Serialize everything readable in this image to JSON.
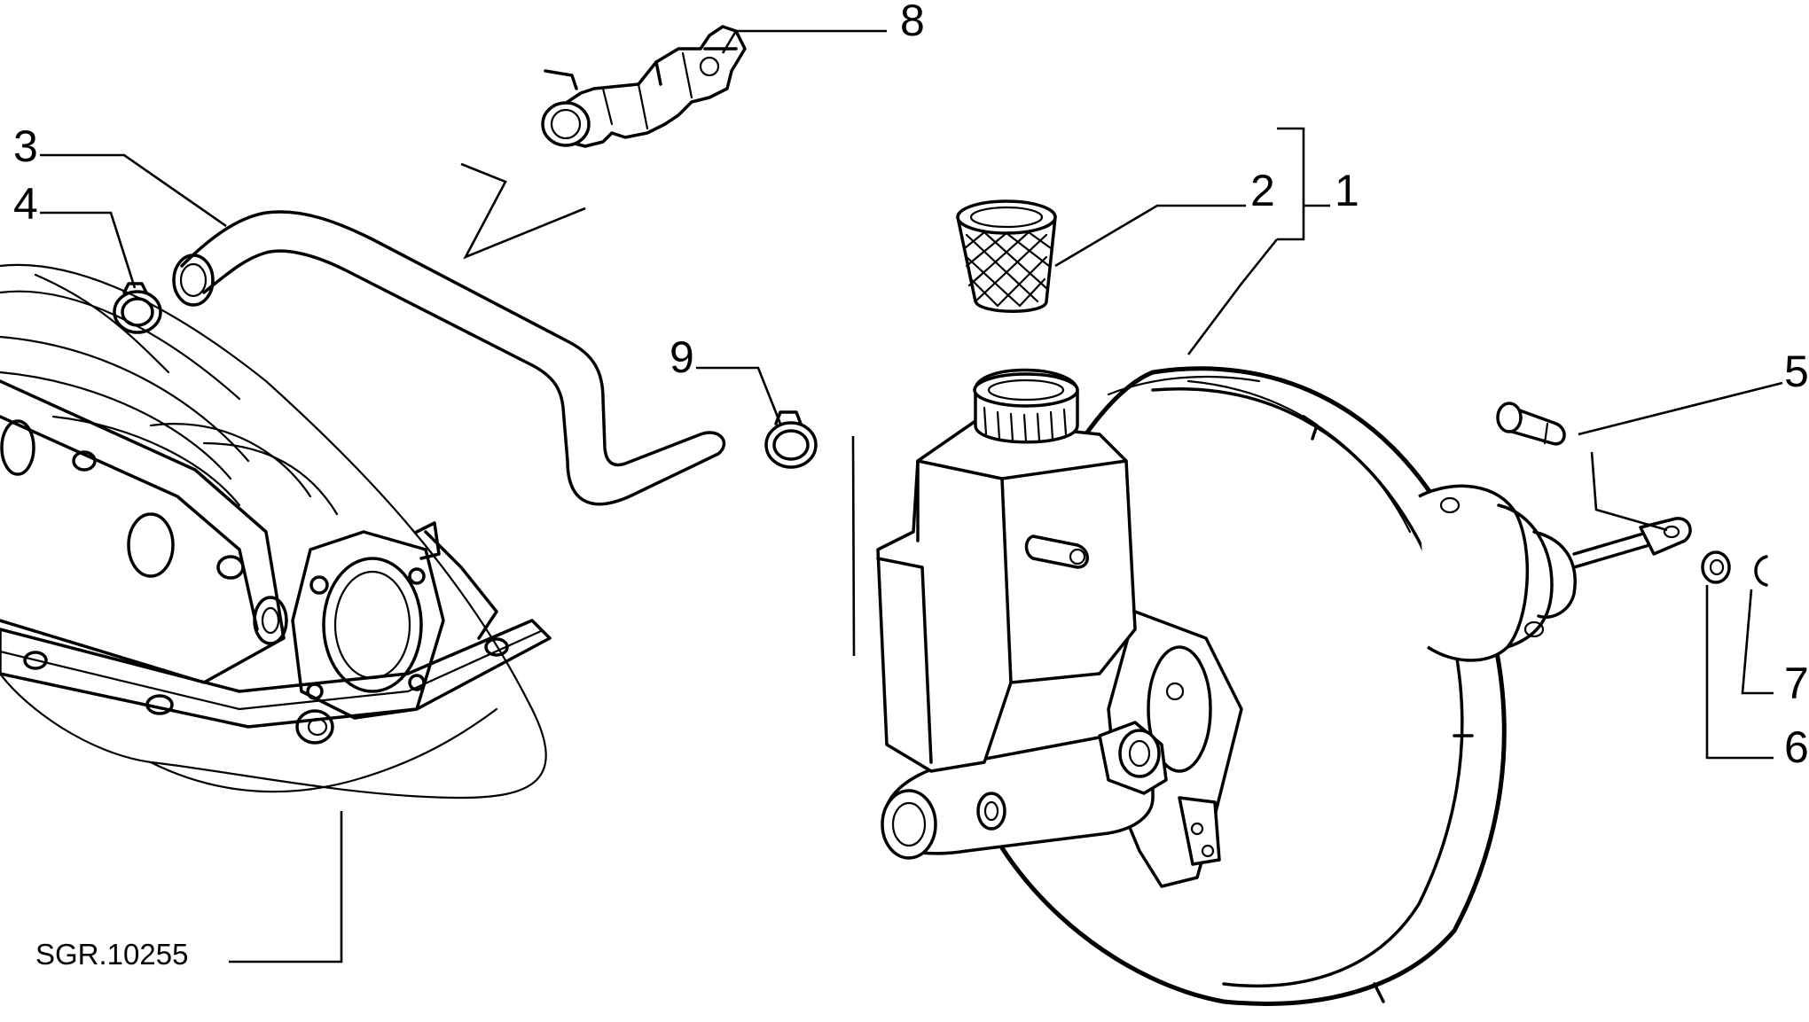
{
  "diagram": {
    "reference_code": "SGR.10255",
    "callouts": [
      {
        "id": "1",
        "label": "1"
      },
      {
        "id": "2",
        "label": "2"
      },
      {
        "id": "3",
        "label": "3"
      },
      {
        "id": "4",
        "label": "4"
      },
      {
        "id": "5",
        "label": "5"
      },
      {
        "id": "6",
        "label": "6"
      },
      {
        "id": "7",
        "label": "7"
      },
      {
        "id": "8",
        "label": "8"
      },
      {
        "id": "9",
        "label": "9"
      }
    ]
  }
}
